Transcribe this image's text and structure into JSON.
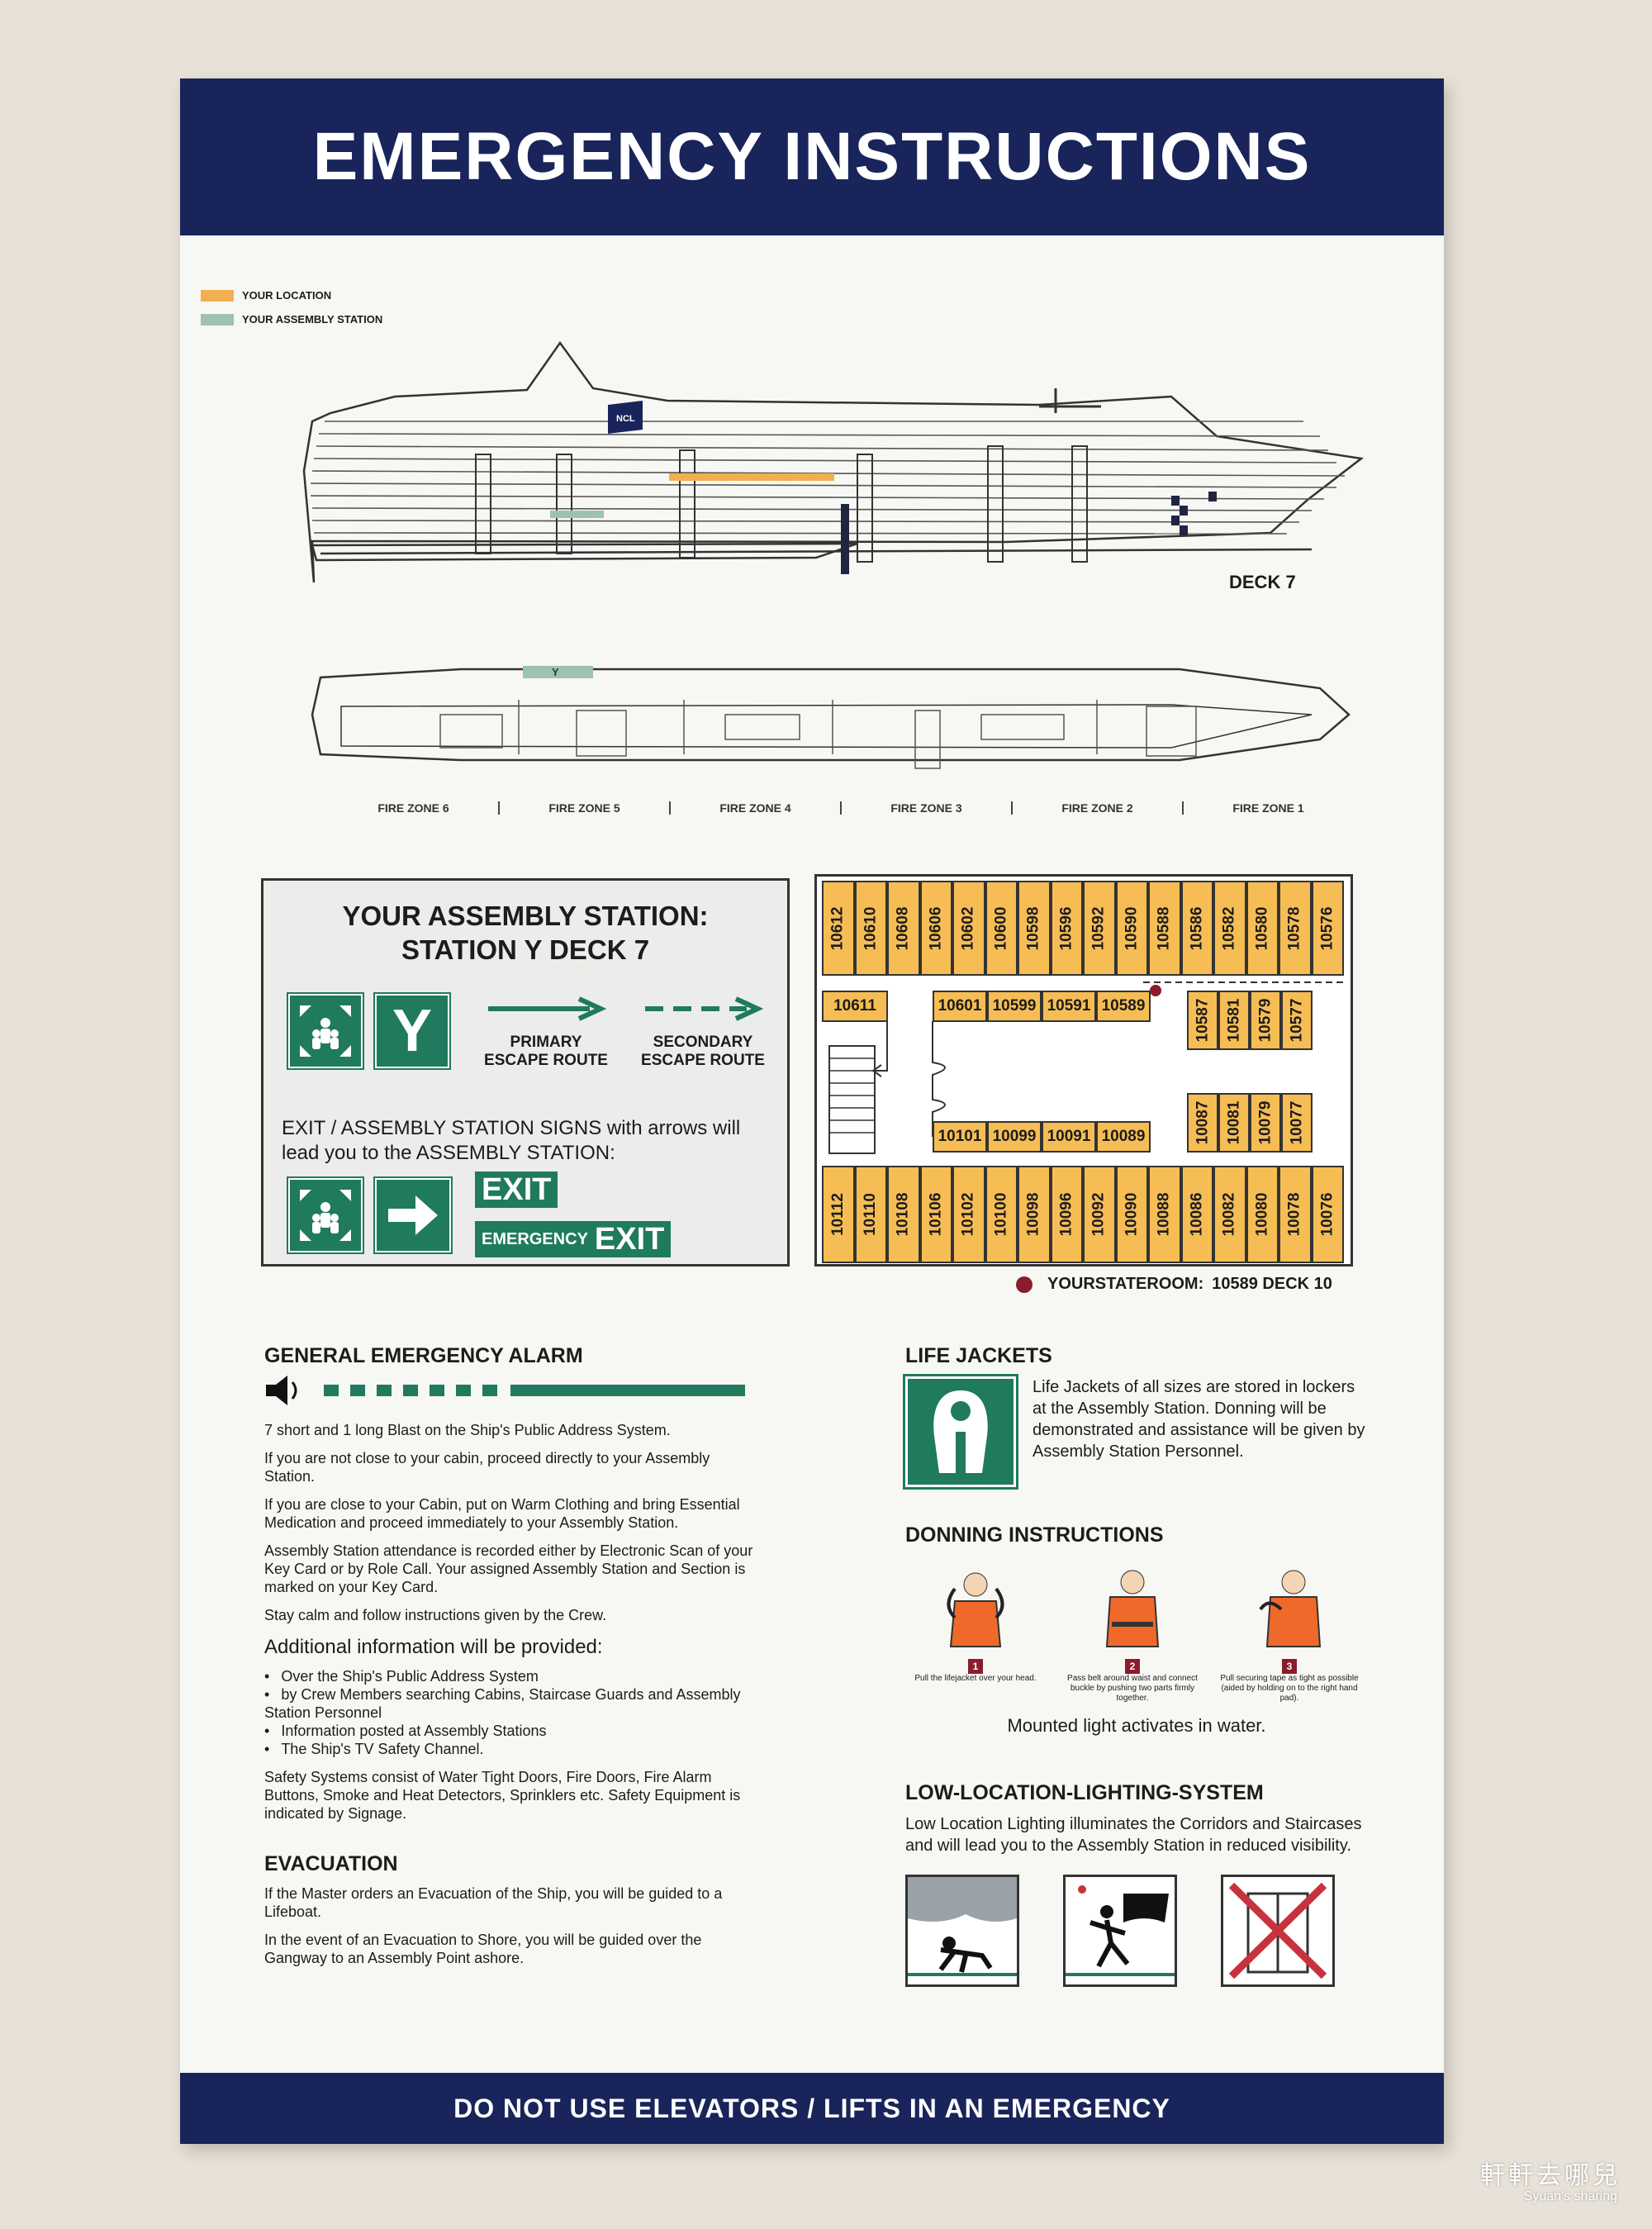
{
  "header": {
    "title": "EMERGENCY INSTRUCTIONS"
  },
  "legend": {
    "your_location": "YOUR LOCATION",
    "your_assembly_station": "YOUR ASSEMBLY STATION"
  },
  "colors": {
    "navy": "#18245a",
    "location": "#f0b050",
    "assembly": "#9cc2b4",
    "sign_green": "#1f7a5e",
    "cabin": "#f6bd54",
    "stateroom_dot": "#8a1c2c"
  },
  "ship": {
    "logo": "NCL",
    "deck_label": "DECK 7",
    "station_marker": "Y"
  },
  "fire_zones": [
    "FIRE ZONE 6",
    "FIRE ZONE 5",
    "FIRE ZONE 4",
    "FIRE ZONE 3",
    "FIRE ZONE 2",
    "FIRE ZONE 1"
  ],
  "assembly": {
    "title_line1": "YOUR ASSEMBLY STATION:",
    "title_line2": "STATION Y  DECK 7",
    "station_letter": "Y",
    "primary": "PRIMARY ESCAPE ROUTE",
    "secondary": "SECONDARY ESCAPE ROUTE",
    "info": "EXIT / ASSEMBLY STATION SIGNS with arrows will lead you to the ASSEMBLY STATION:",
    "exit_sign": "EXIT",
    "emergency_small": "EMERGENCY",
    "emergency_exit": "EXIT"
  },
  "cabins": {
    "top_row": [
      "10612",
      "10610",
      "10608",
      "10606",
      "10602",
      "10600",
      "10598",
      "10596",
      "10592",
      "10590",
      "10588",
      "10586",
      "10582",
      "10580",
      "10578",
      "10576"
    ],
    "single": "10611",
    "mid_top": [
      "10601",
      "10599",
      "10591",
      "10589"
    ],
    "side_top": [
      "10587",
      "10581",
      "10579",
      "10577"
    ],
    "mid_bottom": [
      "10101",
      "10099",
      "10091",
      "10089"
    ],
    "side_bottom": [
      "10087",
      "10081",
      "10079",
      "10077"
    ],
    "bottom_row": [
      "10112",
      "10110",
      "10108",
      "10106",
      "10102",
      "10100",
      "10098",
      "10096",
      "10092",
      "10090",
      "10088",
      "10086",
      "10082",
      "10080",
      "10078",
      "10076"
    ]
  },
  "stateroom": {
    "label": "YOURSTATEROOM:",
    "value": "10589 DECK 10"
  },
  "alarm": {
    "title": "GENERAL EMERGENCY ALARM",
    "p1": "7 short and 1 long Blast on the Ship's Public Address System.",
    "p2": "If you are not close to your cabin, proceed directly to your Assembly Station.",
    "p3": "If you are close to your Cabin, put on Warm Clothing and bring Essential Medication and proceed immediately to your Assembly Station.",
    "p4": "Assembly Station attendance is recorded either by Electronic Scan of your Key Card or by Role Call. Your assigned Assembly Station and Section is marked on your Key Card.",
    "p5": "Stay calm and follow instructions given by the Crew.",
    "additional": "Additional information will be provided:",
    "bullets": [
      "Over the Ship's Public Address System",
      "by Crew Members searching Cabins, Staircase Guards and Assembly Station Personnel",
      "Information posted at Assembly Stations",
      "The Ship's TV Safety Channel."
    ],
    "p6": "Safety Systems consist of Water Tight Doors, Fire Doors, Fire Alarm Buttons, Smoke and Heat Detectors, Sprinklers etc. Safety Equipment is indicated by Signage."
  },
  "evacuation": {
    "title": "EVACUATION",
    "p1": "If the Master orders an Evacuation of the Ship, you will be guided to a Lifeboat.",
    "p2": "In the event of an Evacuation to Shore, you will be guided over the Gangway to an Assembly Point ashore."
  },
  "life_jackets": {
    "title": "LIFE JACKETS",
    "text": "Life Jackets of all sizes are stored in lockers at the Assembly Station. Donning will be demonstrated and assistance will be given by Assembly Station Personnel."
  },
  "donning": {
    "title": "DONNING INSTRUCTIONS",
    "steps": [
      {
        "num": "1",
        "caption": "Pull the lifejacket over your head."
      },
      {
        "num": "2",
        "caption": "Pass belt around waist and connect buckle by pushing two parts firmly together."
      },
      {
        "num": "3",
        "caption": "Pull securing tape as tight as possible (aided by holding on to the right hand pad)."
      }
    ],
    "note": "Mounted light activates in water."
  },
  "llls": {
    "title": "LOW-LOCATION-LIGHTING-SYSTEM",
    "text": "Low Location Lighting illuminates the Corridors and Staircases and will lead you to the Assembly Station in reduced visibility."
  },
  "footer": {
    "text": "DO NOT USE ELEVATORS / LIFTS IN AN EMERGENCY"
  },
  "watermark": {
    "line1": "軒軒去哪兒",
    "line2": "Syuan's sharing"
  }
}
